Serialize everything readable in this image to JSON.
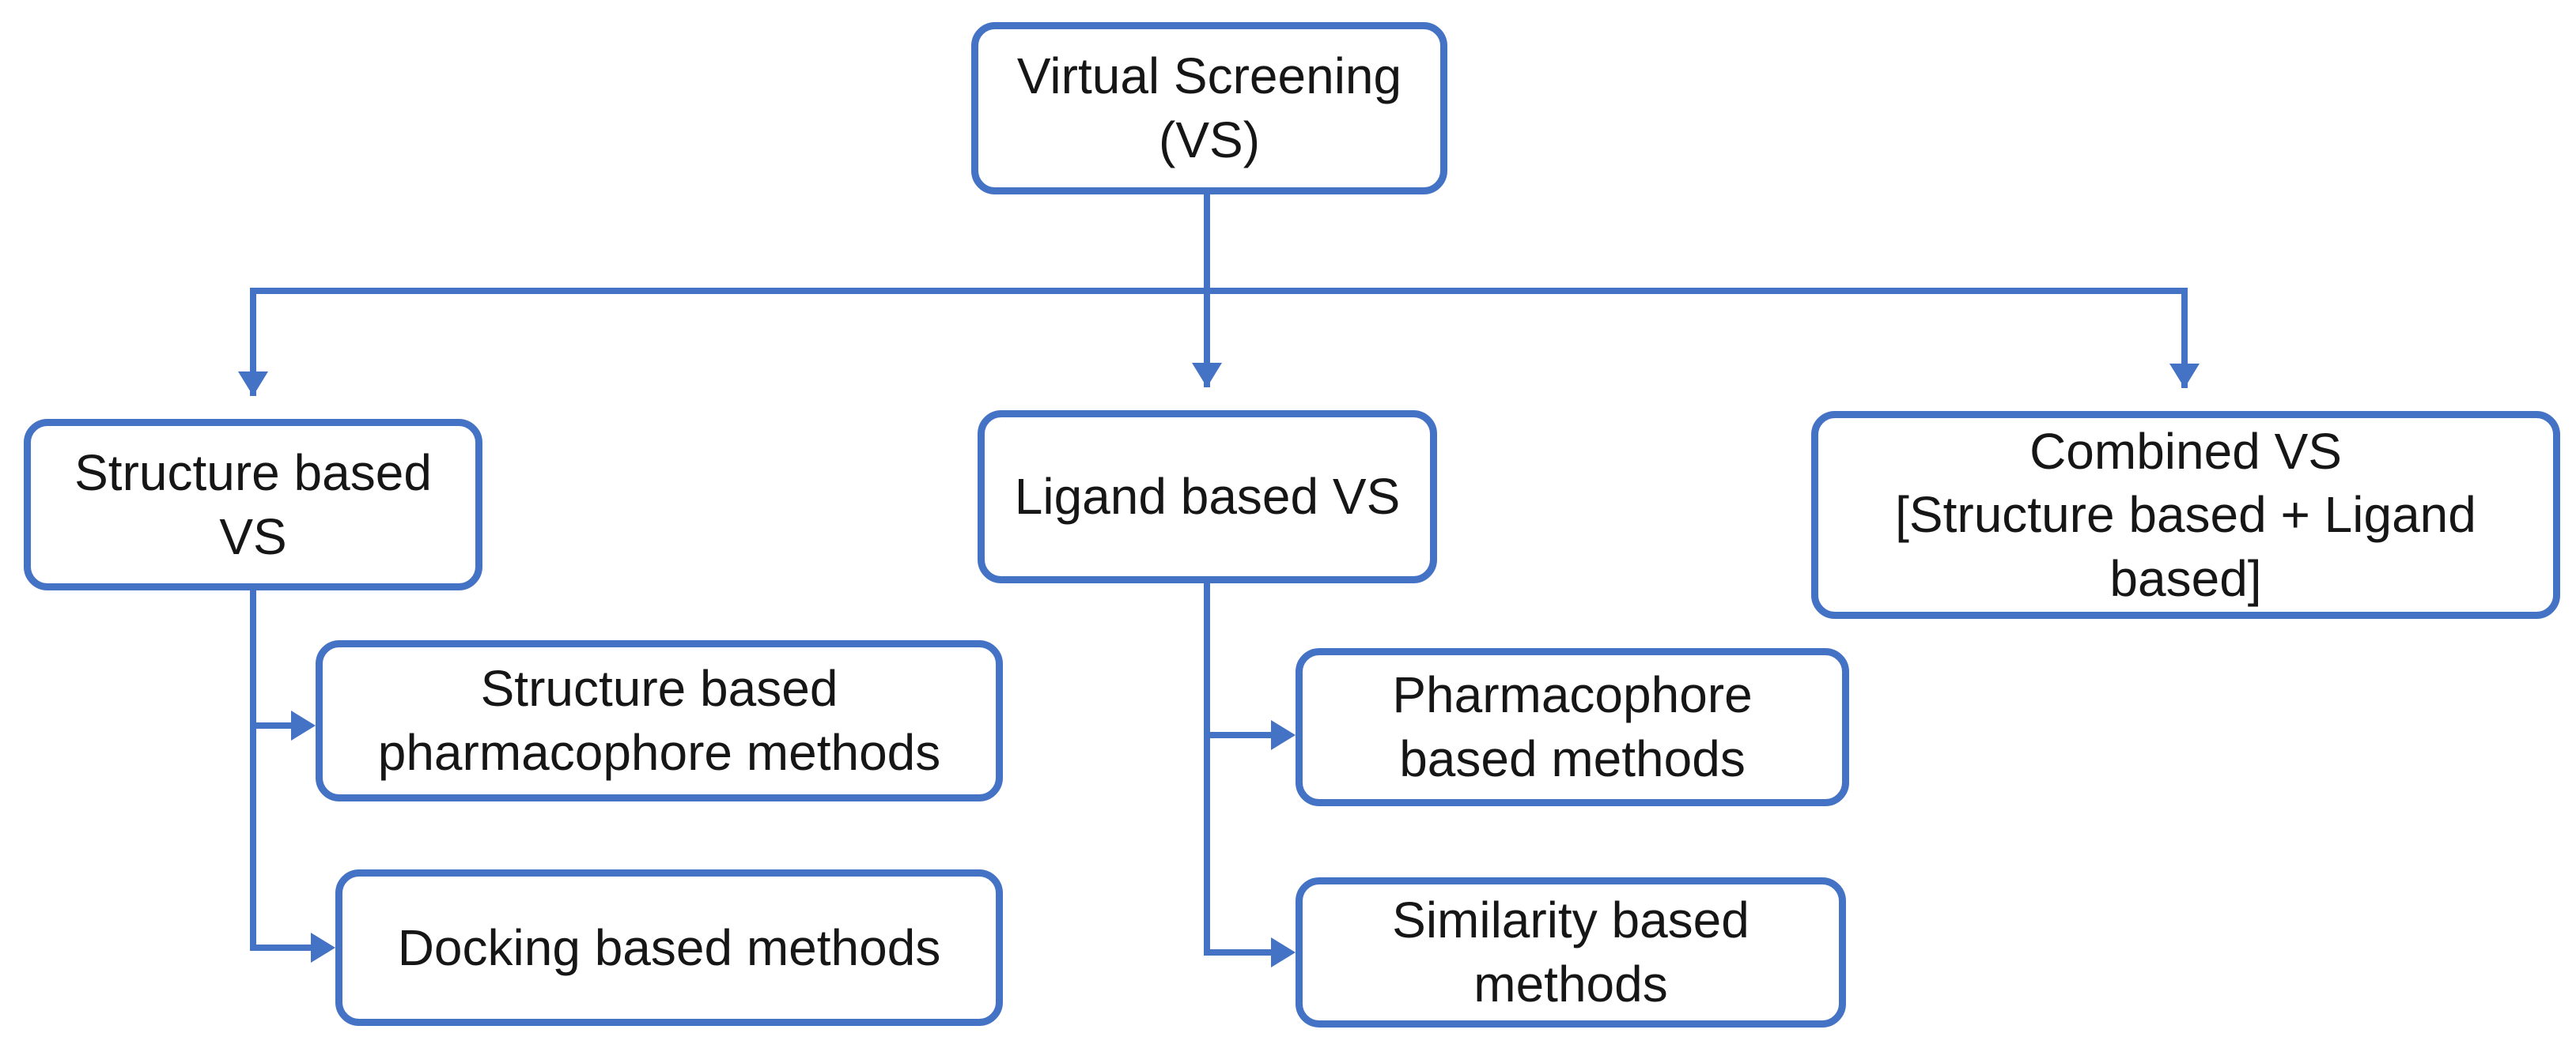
{
  "diagram": {
    "accent_color": "#4472C4",
    "text_color": "#161616",
    "background_color": "#ffffff",
    "nodes": {
      "root": {
        "label": "Virtual Screening\n(VS)"
      },
      "structure_vs": {
        "label": "Structure based\nVS"
      },
      "ligand_vs": {
        "label": "Ligand based VS"
      },
      "combined_vs": {
        "label": "Combined VS\n[Structure based + Ligand\nbased]"
      },
      "struct_pharma": {
        "label": "Structure based\npharmacophore methods"
      },
      "docking": {
        "label": "Docking based methods"
      },
      "pharma_based": {
        "label": "Pharmacophore\nbased methods"
      },
      "similarity": {
        "label": "Similarity based\nmethods"
      }
    },
    "edges": [
      {
        "from": "root",
        "to": "structure_vs"
      },
      {
        "from": "root",
        "to": "ligand_vs"
      },
      {
        "from": "root",
        "to": "combined_vs"
      },
      {
        "from": "structure_vs",
        "to": "struct_pharma"
      },
      {
        "from": "structure_vs",
        "to": "docking"
      },
      {
        "from": "ligand_vs",
        "to": "pharma_based"
      },
      {
        "from": "ligand_vs",
        "to": "similarity"
      }
    ]
  }
}
